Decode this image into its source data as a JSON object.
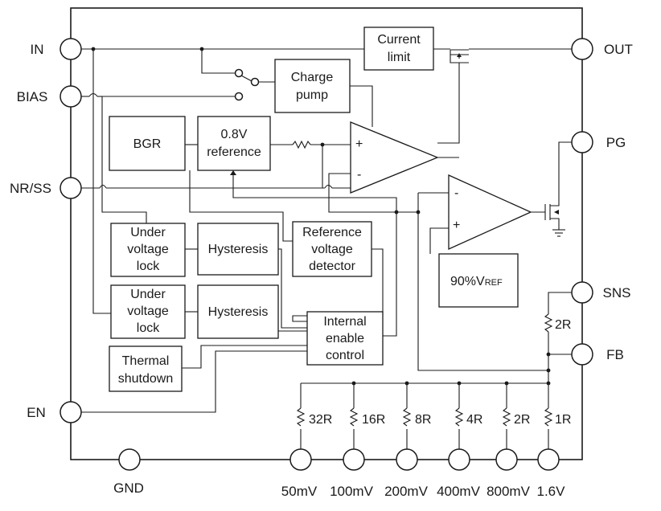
{
  "pins": {
    "in": "IN",
    "bias": "BIAS",
    "nrss": "NR/SS",
    "en": "EN",
    "out": "OUT",
    "pg": "PG",
    "sns": "SNS",
    "fb": "FB",
    "gnd": "GND",
    "p50": "50mV",
    "p100": "100mV",
    "p200": "200mV",
    "p400": "400mV",
    "p800": "800mV",
    "p1v6": "1.6V"
  },
  "blocks": {
    "current_limit": [
      "Current",
      "limit"
    ],
    "charge_pump": [
      "Charge",
      "pump"
    ],
    "bgr": "BGR",
    "reference": [
      "0.8V",
      "reference"
    ],
    "uvlo1": [
      "Under",
      "voltage",
      "lock"
    ],
    "hyst1": "Hysteresis",
    "ref_detector": [
      "Reference",
      "voltage",
      "detector"
    ],
    "uvlo2": [
      "Under",
      "voltage",
      "lock"
    ],
    "hyst2": "Hysteresis",
    "enable_control": [
      "Internal",
      "enable",
      "control"
    ],
    "thermal": [
      "Thermal",
      "shutdown"
    ],
    "vref_main": "90%V",
    "vref_sub": "REF"
  },
  "opamp_signs": {
    "plus": "+",
    "minus": "-"
  },
  "resistors": {
    "r32": "32R",
    "r16": "16R",
    "r8": "8R",
    "r4": "4R",
    "r2": "2R",
    "r1": "1R",
    "r2fb": "2R"
  }
}
